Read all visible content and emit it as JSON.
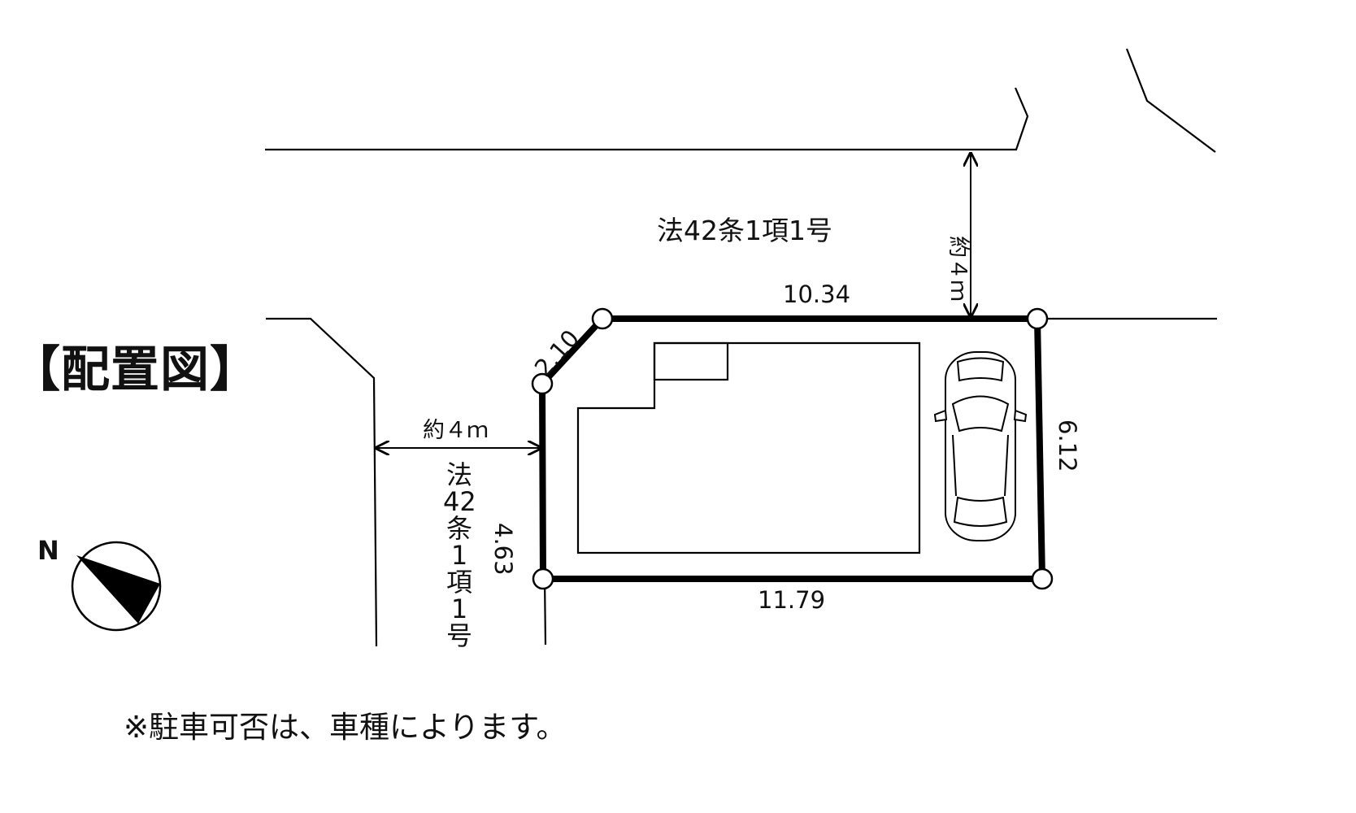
{
  "title": "【配置図】",
  "roads": {
    "north_road_label": "法42条1項1号",
    "north_road_width": "約４ｍ",
    "west_road_label_lines": [
      "法",
      "42",
      "条",
      "1",
      "項",
      "1",
      "号"
    ],
    "west_road_width": "約４ｍ"
  },
  "dimensions": {
    "top": "10.34",
    "bottom": "11.79",
    "right": "6.12",
    "left": "4.63",
    "corner_cut": "2.10"
  },
  "compass": {
    "label": "N"
  },
  "note": "※駐車可否は、車種によります。"
}
